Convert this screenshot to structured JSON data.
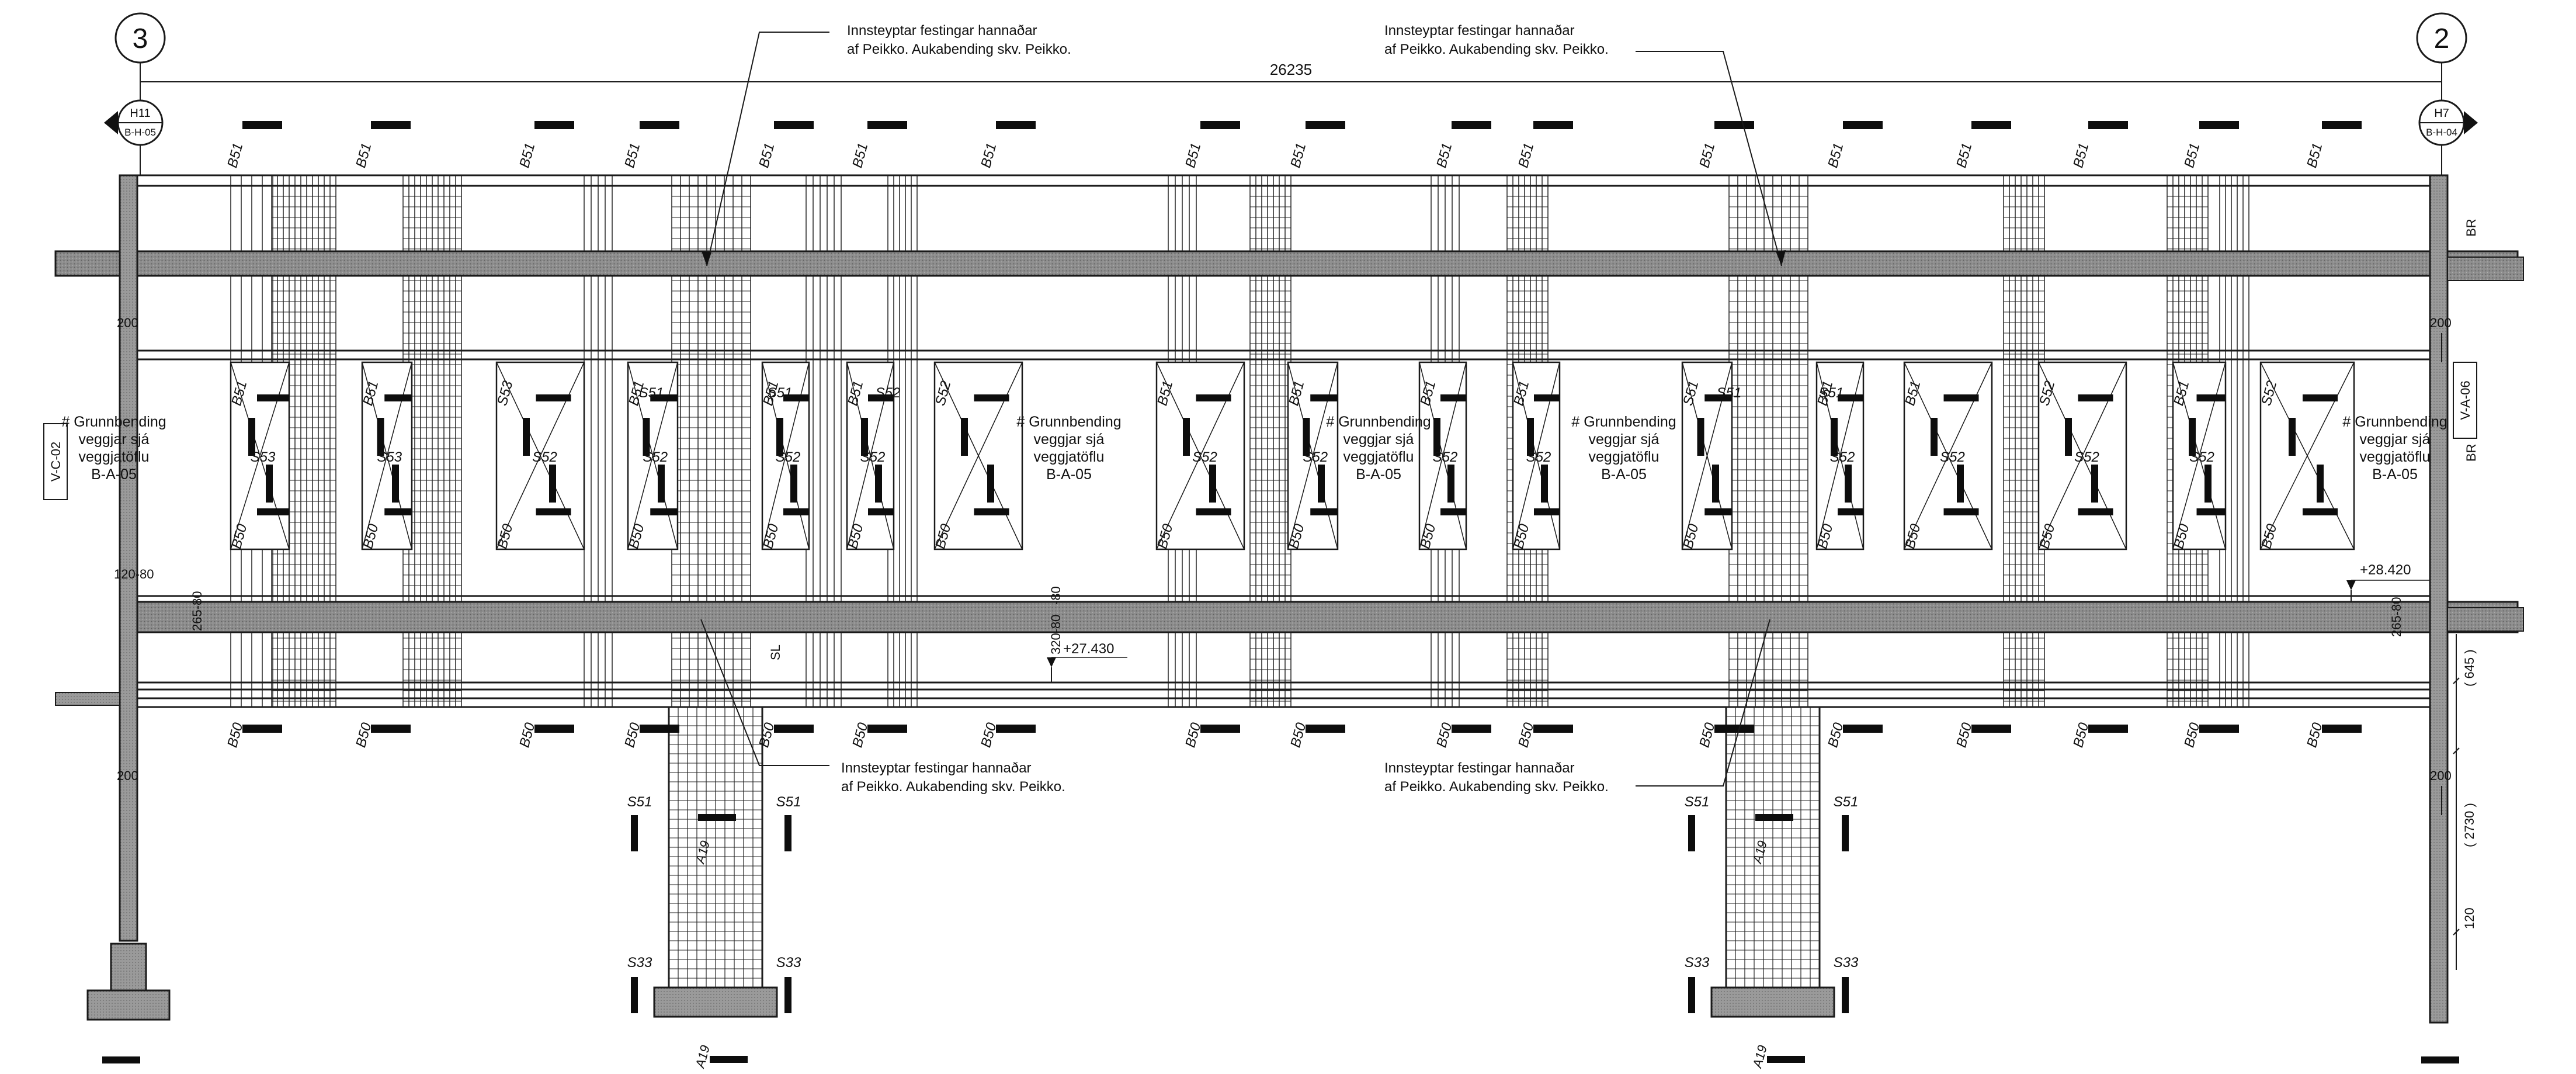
{
  "grid_axes": {
    "left": "3",
    "right": "2"
  },
  "overall_dimension": "26235",
  "section_tags": {
    "left": {
      "top": "H11",
      "bottom": "B-H-05"
    },
    "right": {
      "top": "H7",
      "bottom": "B-H-04"
    }
  },
  "wall_refs": {
    "left": "V-C-02",
    "right": "V-A-06"
  },
  "callouts": {
    "top_left": [
      "Innsteyptar festingar hannaðar",
      "af Peikko. Aukabending skv. Peikko."
    ],
    "top_right": [
      "Innsteyptar festingar hannaðar",
      "af Peikko. Aukabending skv. Peikko."
    ],
    "bottom_left": [
      "Innsteyptar festingar hannaðar",
      "af Peikko. Aukabending skv. Peikko."
    ],
    "bottom_right": [
      "Innsteyptar festingar hannaðar",
      "af Peikko. Aukabending skv. Peikko."
    ]
  },
  "grunnbending_note": [
    "# Grunnbending",
    "veggjar sjá",
    "veggjatöflu",
    "B-A-05"
  ],
  "top_bar_marks": [
    "B51",
    "B51",
    "B51",
    "B51",
    "B51",
    "B51",
    "B51",
    "B51",
    "B51",
    "B51",
    "B51",
    "B51",
    "B51",
    "B51",
    "B51",
    "B51",
    "B51"
  ],
  "bottom_bar_marks": [
    "B50",
    "B50",
    "B50",
    "B50",
    "B50",
    "B50",
    "B50",
    "B50",
    "B50",
    "B50",
    "B50",
    "B50",
    "B50",
    "B50",
    "B50",
    "B50",
    "B50"
  ],
  "panels": [
    {
      "a": "B51",
      "b": "S53",
      "c": "B50"
    },
    {
      "a": "B51",
      "b": "S53",
      "c": "B50"
    },
    {
      "a": "S53",
      "b": "S52",
      "c": "B50"
    },
    {
      "a": "B51",
      "b": "S52",
      "c": "B50"
    },
    {
      "a": "B51",
      "b": "S52",
      "c": "B50"
    },
    {
      "a": "B51",
      "b": "S52",
      "c": "B50"
    },
    {
      "a": "S52",
      "b": "",
      "c": "B50"
    },
    {
      "a": "B51",
      "b": "S52",
      "c": "B50"
    },
    {
      "a": "B51",
      "b": "S52",
      "c": "B50"
    },
    {
      "a": "B51",
      "b": "S52",
      "c": "B50"
    },
    {
      "a": "B51",
      "b": "S52",
      "c": "B50"
    },
    {
      "a": "S51",
      "b": "",
      "c": "B50"
    },
    {
      "a": "B51",
      "b": "S52",
      "c": "B50"
    },
    {
      "a": "B51",
      "b": "S52",
      "c": "B50"
    },
    {
      "a": "S52",
      "b": "S52",
      "c": "B50"
    },
    {
      "a": "B51",
      "b": "S52",
      "c": "B50"
    },
    {
      "a": "S52",
      "b": "",
      "c": "B50"
    }
  ],
  "panel_extra_marks": [
    "S51",
    "S51",
    "S52",
    "S51",
    "S51"
  ],
  "dimensions": {
    "left_top_200": "200",
    "left_120_80": "120-80",
    "left_265_80": "265-80",
    "left_bottom_200": "200",
    "mid_80": "-80",
    "mid_320_80": "320-80",
    "right_top_200": "200",
    "right_265_80": "265-80",
    "right_bottom_200": "200",
    "right_645": "( 645 )",
    "right_2730": "( 2730 )",
    "right_120": "120",
    "br_top": "BR",
    "br_mid": "BR",
    "sl": "SL"
  },
  "levels": {
    "mid": "+27.430",
    "right": "+28.420"
  },
  "columns": {
    "left": {
      "top_a": "S51",
      "top_b": "S51",
      "bottom_a": "S33",
      "bottom_b": "S33",
      "mark_up": "A19",
      "mark_down": "A19"
    },
    "right": {
      "top_a": "S51",
      "top_b": "S51",
      "bottom_a": "S33",
      "bottom_b": "S33",
      "mark_up": "A19",
      "mark_down": "A19"
    }
  },
  "colors": {
    "beam_fill": "#8a8a8a",
    "line": "#1a1a1a",
    "mark": "#0d0d0d"
  }
}
